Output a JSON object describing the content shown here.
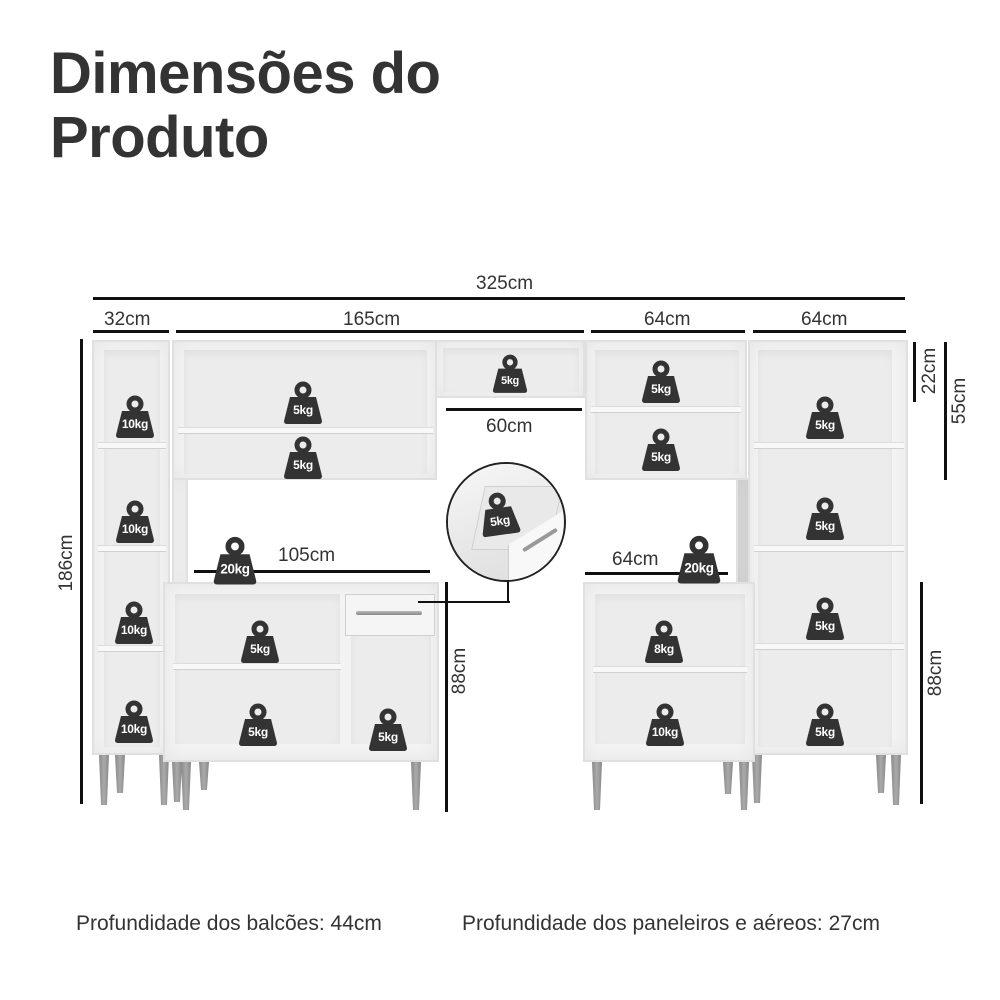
{
  "page": {
    "title_line1": "Dimensões do",
    "title_line2": "Produto"
  },
  "dimensions": {
    "total_width": "325cm",
    "column1_width": "32cm",
    "upper_section_width": "165cm",
    "upper_cabinet_3_width": "64cm",
    "upper_cabinet_4_width": "64cm",
    "niche_width": "60cm",
    "left_counter_width": "105cm",
    "right_counter_width": "64cm",
    "total_height": "186cm",
    "left_counter_height": "88cm",
    "right_tall_lower_height": "88cm",
    "upper_cabinet_top_height": "22cm",
    "upper_cabinet_height": "55cm"
  },
  "weights": {
    "tall_left": [
      "10kg",
      "10kg",
      "10kg",
      "10kg"
    ],
    "upper_main": [
      "5kg",
      "5kg"
    ],
    "upper_niche": "5kg",
    "upper_right": [
      "5kg",
      "5kg"
    ],
    "tall_right": [
      "5kg",
      "5kg",
      "5kg",
      "5kg"
    ],
    "left_counter_top": "20kg",
    "left_counter": [
      "5kg",
      "5kg",
      "5kg"
    ],
    "drawer": "5kg",
    "right_counter_top": "20kg",
    "right_counter": [
      "8kg",
      "10kg"
    ]
  },
  "footer": {
    "counter_depth": "Profundidade dos balcões: 44cm",
    "upper_depth": "Profundidade dos paneleiros e aéreos: 27cm"
  },
  "colors": {
    "text": "#333333",
    "lines": "#111111",
    "furniture": "#f3f3f3",
    "weight_icon": "#333333",
    "legs": "#999999"
  }
}
